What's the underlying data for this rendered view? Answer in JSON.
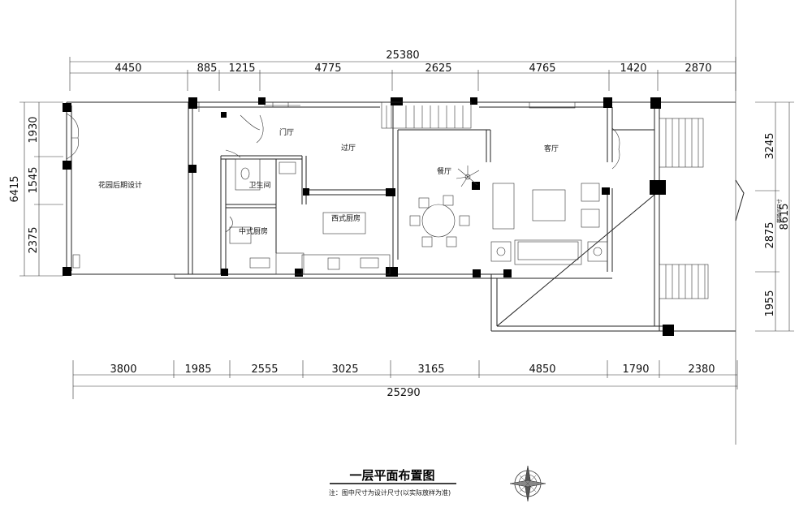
{
  "dimensions": {
    "top_total": "25380",
    "top_segments": [
      "4450",
      "885",
      "1215",
      "4775",
      "2625",
      "4765",
      "1420",
      "2870"
    ],
    "bottom_total": "25290",
    "bottom_segments": [
      "3800",
      "1985",
      "2555",
      "3025",
      "3165",
      "4850",
      "1790",
      "2380"
    ],
    "left_total": "6415",
    "left_segments": [
      "1930",
      "1545",
      "2375"
    ],
    "right_total": "8615",
    "right_segments": [
      "3245",
      "2875",
      "1955"
    ],
    "right_small_note": "楼梯间尺寸"
  },
  "rooms": {
    "garden": "花园后期设计",
    "entry": "门厅",
    "hallway": "过厅",
    "bathroom": "卫生间",
    "chinese_kitchen": "中式厨房",
    "western_kitchen": "西式厨房",
    "dining": "餐厅",
    "living": "客厅"
  },
  "title": "一层平面布置图",
  "note": "注：图中尺寸为设计尺寸(以实际放样为准)",
  "compass": {
    "icon": "compass-icon"
  }
}
